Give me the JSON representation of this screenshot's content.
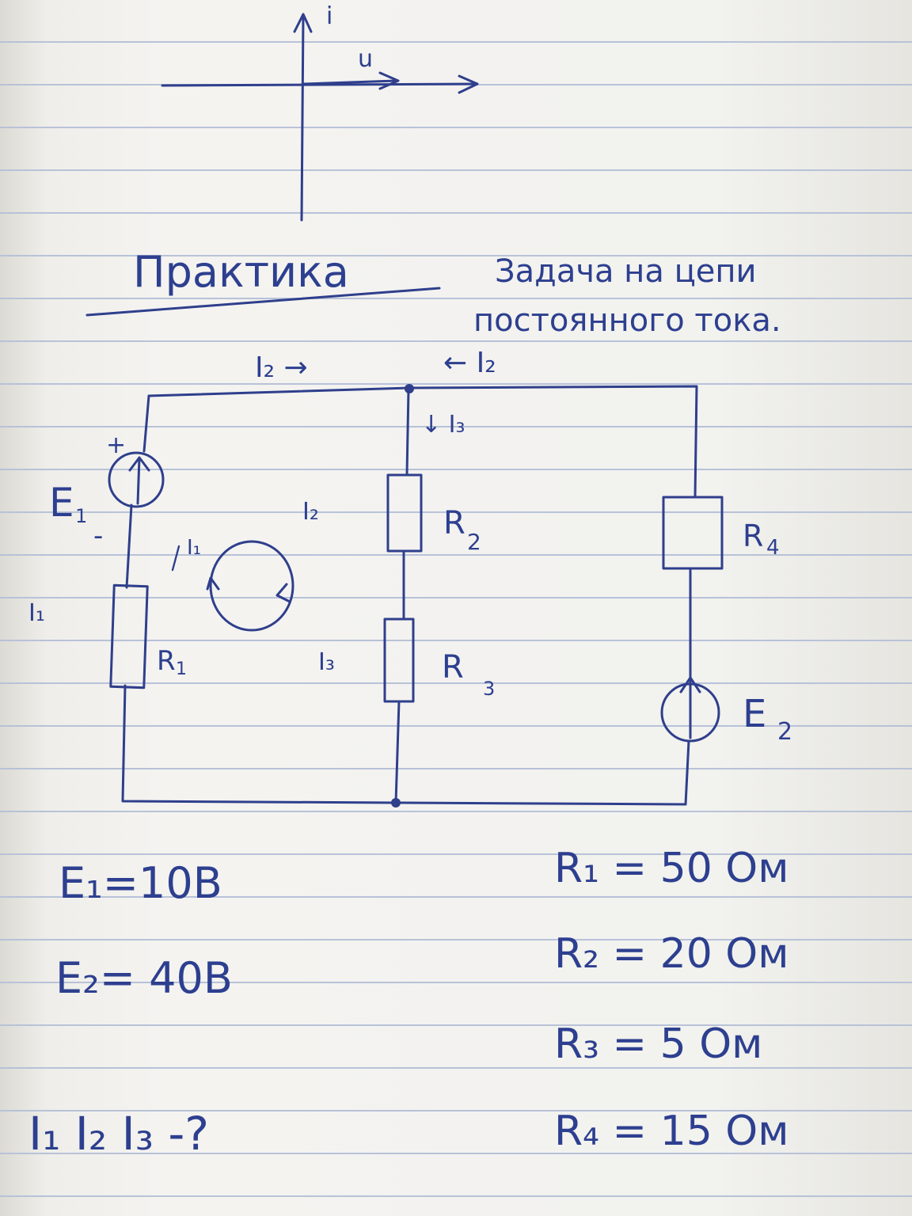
{
  "axes_sketch": {
    "vertical_label": "i",
    "horizontal_label": "u"
  },
  "header": {
    "title": "Практика",
    "subtitle_line1": "Задача на цепи",
    "subtitle_line2": "постоянного тока."
  },
  "circuit": {
    "source_left": {
      "name": "E",
      "subscript": "1",
      "plus": "+",
      "minus": "-"
    },
    "source_right": {
      "name": "E",
      "subscript": "2"
    },
    "resistors": [
      {
        "name": "R",
        "subscript": "1"
      },
      {
        "name": "R",
        "subscript": "2"
      },
      {
        "name": "R",
        "subscript": "3"
      },
      {
        "name": "R",
        "subscript": "4"
      }
    ],
    "currents": {
      "top_left": "I₂ →",
      "top_right": "← I₂",
      "branch_top": "↓ I₃",
      "r2_side": "I₂",
      "r3_side": "I₃",
      "r1_side": "I₁",
      "loop_label": "I₁"
    }
  },
  "given": {
    "e1": "E₁=10В",
    "e2": "E₂= 40В",
    "r1": "R₁ = 50 Ом",
    "r2": "R₂ = 20 Ом",
    "r3": "R₃ = 5 Ом",
    "r4": "R₄ = 15 Ом",
    "question": "I₁ I₂ I₃ -?"
  },
  "colors": {
    "ink": "#2d3f8f",
    "paper": "#f1f1ee",
    "rule": "#b8c2d8"
  }
}
